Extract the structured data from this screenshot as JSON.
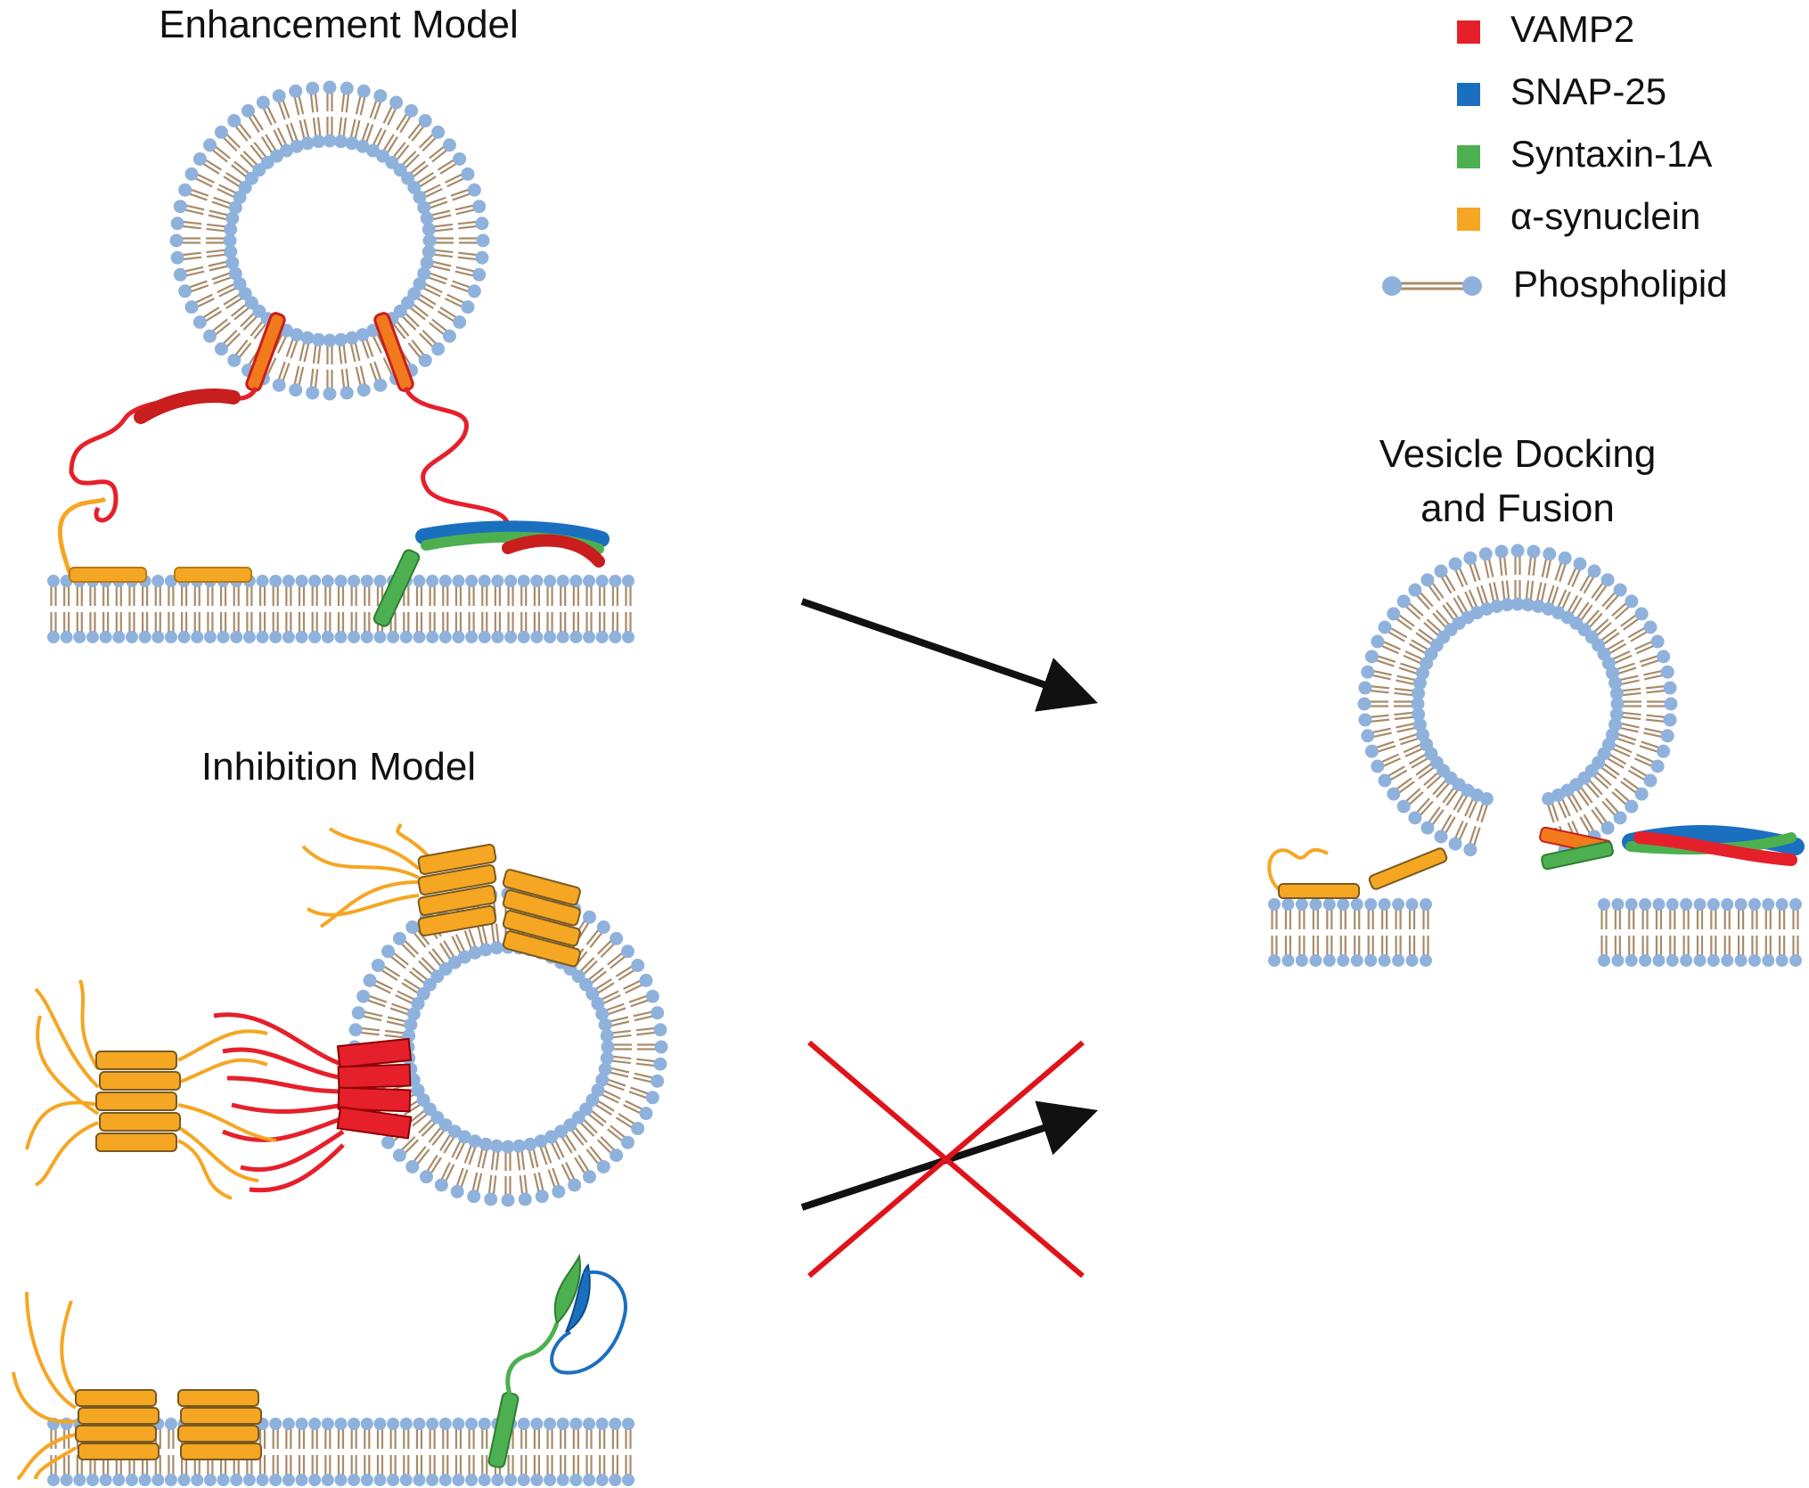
{
  "titles": {
    "enhancement": "Enhancement Model",
    "inhibition": "Inhibition Model",
    "docking_line1": "Vesicle Docking",
    "docking_line2": "and Fusion"
  },
  "legend": {
    "items": [
      {
        "label": "VAMP2",
        "color": "#e5202b"
      },
      {
        "label": "SNAP-25",
        "color": "#1b6fbf"
      },
      {
        "label": "Syntaxin-1A",
        "color": "#4cb050"
      },
      {
        "label": "α-synuclein",
        "color": "#f5a623"
      },
      {
        "label": "Phospholipid",
        "color": "#8fb2dd"
      }
    ]
  },
  "colors": {
    "lipid_head": "#8fb2dd",
    "lipid_tail": "#a88c6a",
    "arrow": "#111111",
    "cross": "#e0131a"
  },
  "icons": {
    "arrow_success": "arrow-right-icon",
    "arrow_blocked": "arrow-right-icon",
    "blocked_mark": "red-x-icon"
  }
}
